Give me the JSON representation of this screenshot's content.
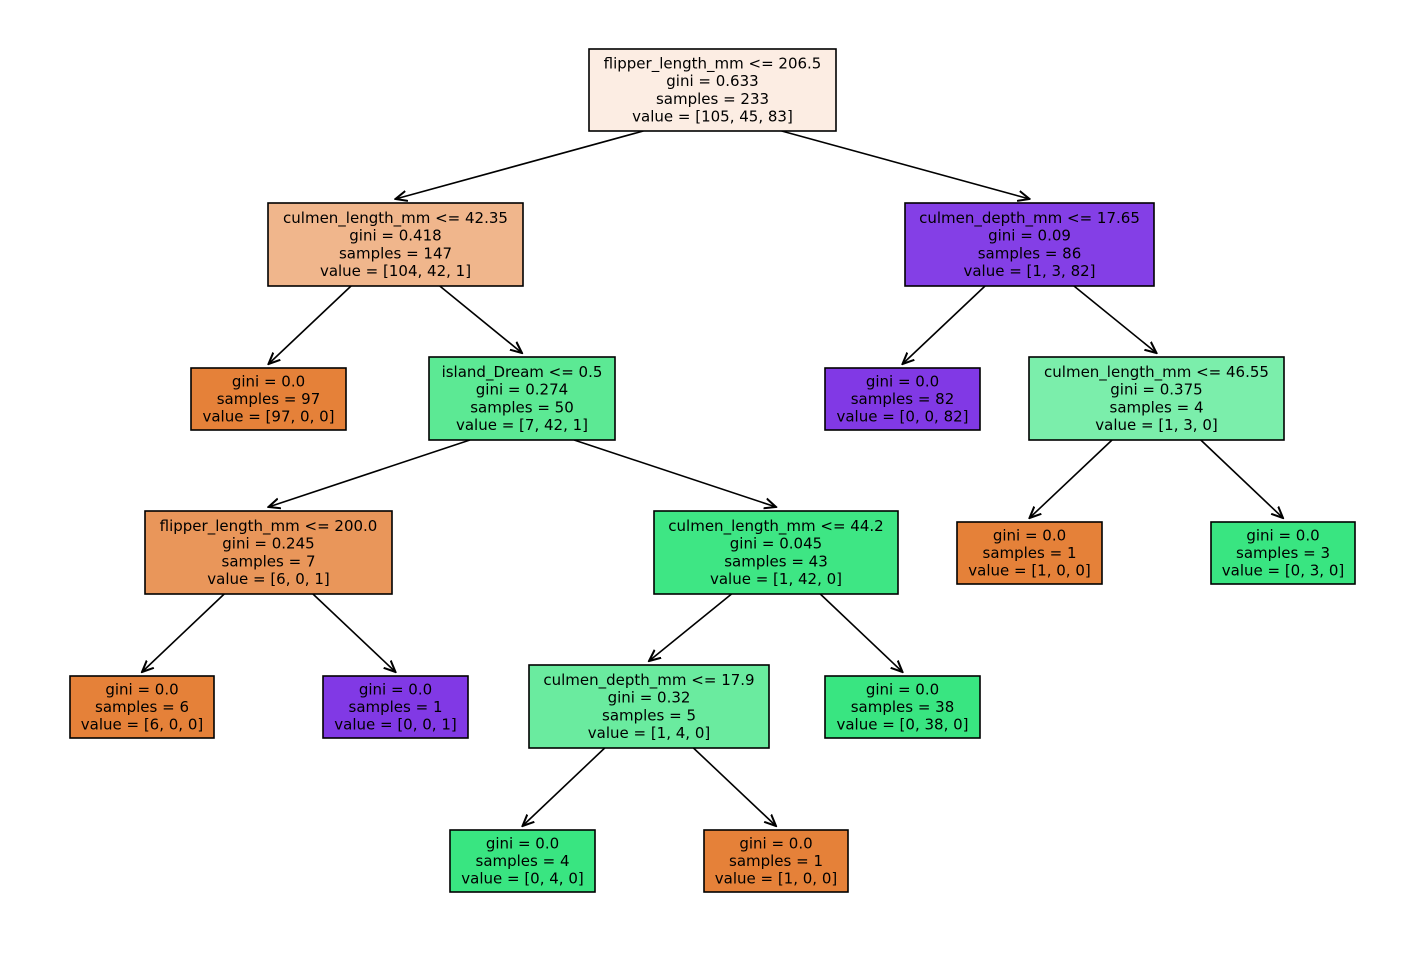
{
  "tree": {
    "nodes": [
      {
        "id": "n0",
        "lines": [
          "flipper_length_mm <= 206.5",
          "gini = 0.633",
          "samples = 233",
          "value = [105, 45, 83]"
        ],
        "fill": "#fcede3"
      },
      {
        "id": "n1",
        "lines": [
          "culmen_length_mm <= 42.35",
          "gini = 0.418",
          "samples = 147",
          "value = [104, 42, 1]"
        ],
        "fill": "#f0b68c"
      },
      {
        "id": "n2",
        "lines": [
          "gini = 0.0",
          "samples = 97",
          "value = [97, 0, 0]"
        ],
        "fill": "#e58139"
      },
      {
        "id": "n3",
        "lines": [
          "island_Dream <= 0.5",
          "gini = 0.274",
          "samples = 50",
          "value = [7, 42, 1]"
        ],
        "fill": "#5ce994"
      },
      {
        "id": "n4",
        "lines": [
          "flipper_length_mm <= 200.0",
          "gini = 0.245",
          "samples = 7",
          "value = [6, 0, 1]"
        ],
        "fill": "#e9965a"
      },
      {
        "id": "n5",
        "lines": [
          "gini = 0.0",
          "samples = 6",
          "value = [6, 0, 0]"
        ],
        "fill": "#e58139"
      },
      {
        "id": "n6",
        "lines": [
          "gini = 0.0",
          "samples = 1",
          "value = [0, 0, 1]"
        ],
        "fill": "#8139e5"
      },
      {
        "id": "n7",
        "lines": [
          "culmen_length_mm <= 44.2",
          "gini = 0.045",
          "samples = 43",
          "value = [1, 42, 0]"
        ],
        "fill": "#3ee684"
      },
      {
        "id": "n8",
        "lines": [
          "culmen_depth_mm <= 17.9",
          "gini = 0.32",
          "samples = 5",
          "value = [1, 4, 0]"
        ],
        "fill": "#6aeb9f"
      },
      {
        "id": "n9",
        "lines": [
          "gini = 0.0",
          "samples = 4",
          "value = [0, 4, 0]"
        ],
        "fill": "#39e581"
      },
      {
        "id": "n10",
        "lines": [
          "gini = 0.0",
          "samples = 1",
          "value = [1, 0, 0]"
        ],
        "fill": "#e58139"
      },
      {
        "id": "n11",
        "lines": [
          "gini = 0.0",
          "samples = 38",
          "value = [0, 38, 0]"
        ],
        "fill": "#39e581"
      },
      {
        "id": "n12",
        "lines": [
          "culmen_depth_mm <= 17.65",
          "gini = 0.09",
          "samples = 86",
          "value = [1, 3, 82]"
        ],
        "fill": "#843fe6"
      },
      {
        "id": "n13",
        "lines": [
          "gini = 0.0",
          "samples = 82",
          "value = [0, 0, 82]"
        ],
        "fill": "#8139e5"
      },
      {
        "id": "n14",
        "lines": [
          "culmen_length_mm <= 46.55",
          "gini = 0.375",
          "samples = 4",
          "value = [1, 3, 0]"
        ],
        "fill": "#7beeab"
      },
      {
        "id": "n15",
        "lines": [
          "gini = 0.0",
          "samples = 1",
          "value = [1, 0, 0]"
        ],
        "fill": "#e58139"
      },
      {
        "id": "n16",
        "lines": [
          "gini = 0.0",
          "samples = 3",
          "value = [0, 3, 0]"
        ],
        "fill": "#39e581"
      }
    ],
    "edges": [
      [
        "n0",
        "n1"
      ],
      [
        "n0",
        "n12"
      ],
      [
        "n1",
        "n2"
      ],
      [
        "n1",
        "n3"
      ],
      [
        "n3",
        "n4"
      ],
      [
        "n3",
        "n7"
      ],
      [
        "n4",
        "n5"
      ],
      [
        "n4",
        "n6"
      ],
      [
        "n7",
        "n8"
      ],
      [
        "n7",
        "n11"
      ],
      [
        "n8",
        "n9"
      ],
      [
        "n8",
        "n10"
      ],
      [
        "n12",
        "n13"
      ],
      [
        "n12",
        "n14"
      ],
      [
        "n14",
        "n15"
      ],
      [
        "n14",
        "n16"
      ]
    ]
  }
}
